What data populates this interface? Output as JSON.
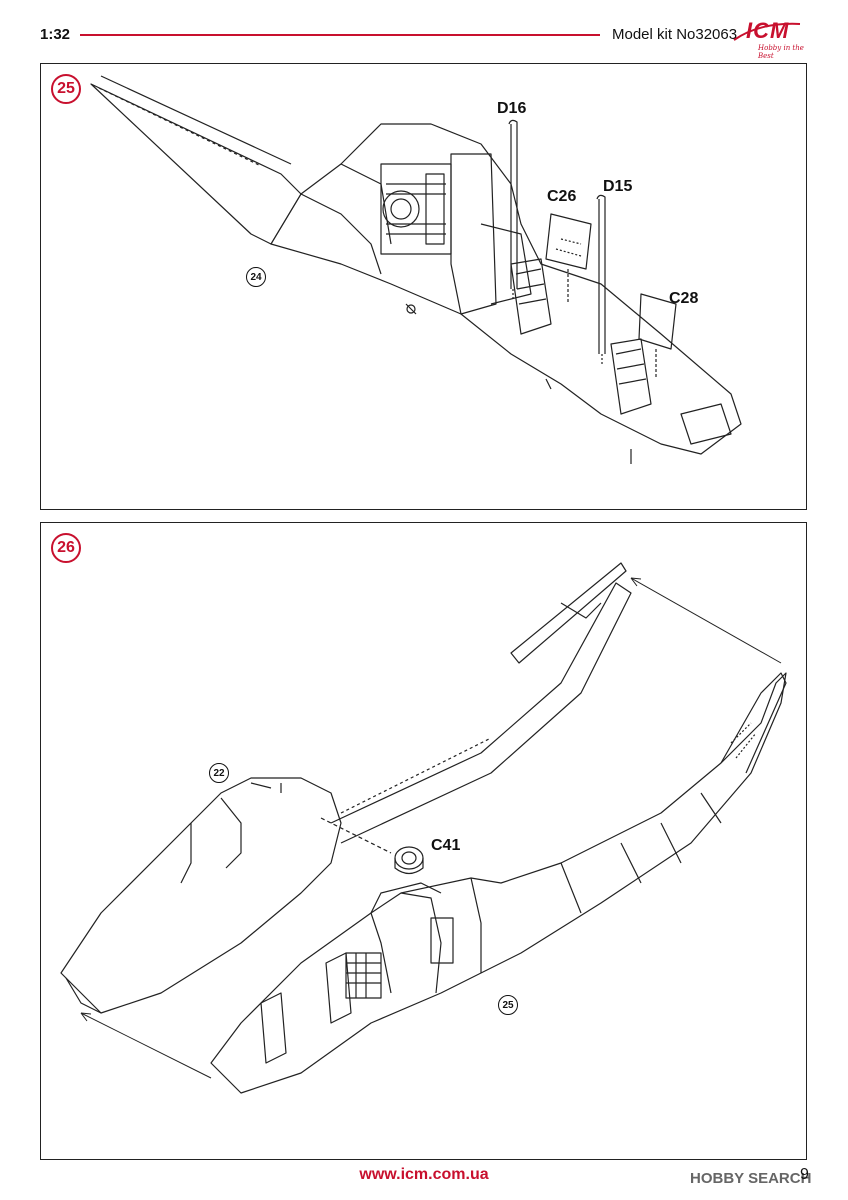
{
  "header": {
    "scale": "1:32",
    "kit_number": "Model kit No32063",
    "logo": {
      "text": "ICM",
      "tagline": "Hobby in the Best",
      "color": "#c8102e"
    }
  },
  "step25": {
    "number": "25",
    "parts": {
      "d16": "D16",
      "c26": "C26",
      "d15": "D15",
      "c28": "C28"
    },
    "reference": "24"
  },
  "step26": {
    "number": "26",
    "parts": {
      "c41": "C41"
    },
    "references": {
      "ref22": "22",
      "ref25": "25"
    }
  },
  "footer": {
    "url": "www.icm.com.ua",
    "page_number": "9",
    "watermark": "HOBBY SEARCH"
  },
  "colors": {
    "accent": "#c8102e",
    "line": "#222222"
  }
}
